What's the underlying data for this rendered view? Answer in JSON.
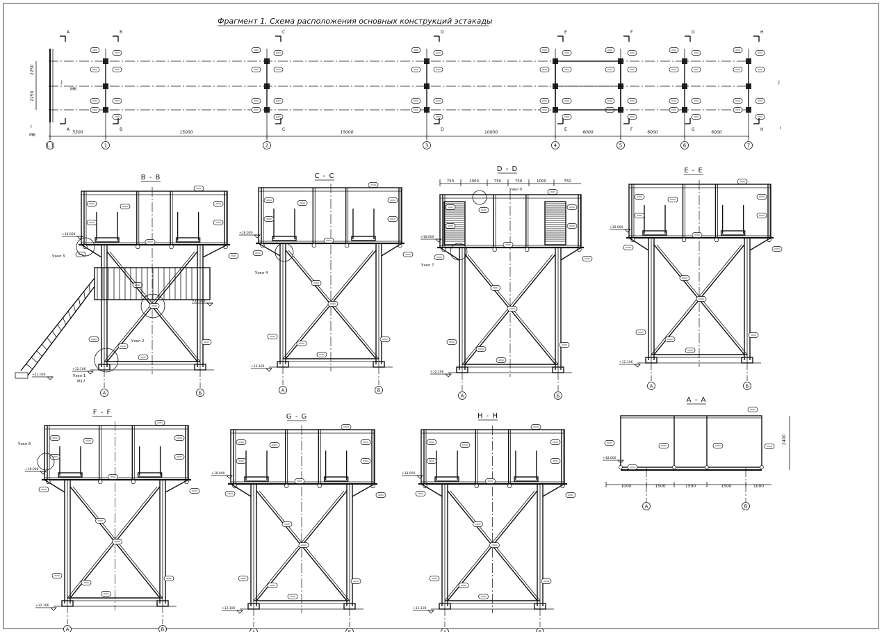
{
  "drawing": {
    "title": "Фрагмент 1. Схема расположения основных конструкций эстакады",
    "plan": {
      "section_marks": [
        "A",
        "B",
        "C",
        "D",
        "E",
        "F",
        "G",
        "H",
        "I",
        "J"
      ],
      "axes": [
        "1.1",
        "1",
        "2",
        "3",
        "4",
        "5",
        "6",
        "7"
      ],
      "spans": [
        "5300",
        "15000",
        "15000",
        "10000",
        "6000",
        "6000",
        "6000"
      ],
      "vertical_dims": [
        "2250",
        "2250"
      ],
      "m6_label": "М6"
    },
    "sections": [
      {
        "id": "bb",
        "title": "B - B",
        "axis_left": "А",
        "axis_right": "Б",
        "notes": [
          "Узел 3",
          "Узел 2",
          "Узел 1",
          "М17"
        ]
      },
      {
        "id": "cc",
        "title": "C - C",
        "axis_left": "А",
        "axis_right": "Б",
        "notes": [
          "Узел 4"
        ]
      },
      {
        "id": "dd",
        "title": "D - D",
        "axis_left": "А",
        "axis_right": "Б",
        "notes": [
          "Узел 5",
          "Узел 7"
        ],
        "top_dims": [
          "750",
          "1000",
          "750",
          "750",
          "1000",
          "750"
        ]
      },
      {
        "id": "ee",
        "title": "E - E",
        "axis_left": "А",
        "axis_right": "Б",
        "notes": []
      },
      {
        "id": "ff",
        "title": "F - F",
        "axis_left": "А",
        "axis_right": "Б",
        "notes": [
          "Узел 6"
        ]
      },
      {
        "id": "gg",
        "title": "G - G",
        "axis_left": "А",
        "axis_right": "Б",
        "notes": []
      },
      {
        "id": "hh",
        "title": "H - H",
        "axis_left": "А",
        "axis_right": "Б",
        "notes": []
      },
      {
        "id": "aa",
        "title": "A - A",
        "axis_left": "А",
        "axis_right": "Б",
        "notes": [],
        "dims": [
          "1000",
          "1500",
          "1500",
          "1500",
          "1000"
        ],
        "height_dim": "2400"
      }
    ],
    "elevations": {
      "deck": "+18.000",
      "base": "+12.106",
      "ground": "+12.000",
      "landing": "+16.600"
    }
  }
}
